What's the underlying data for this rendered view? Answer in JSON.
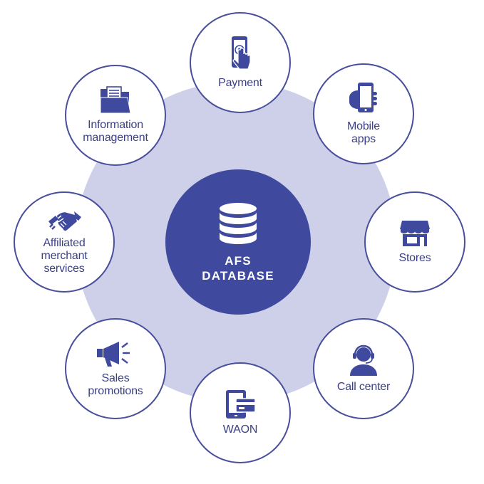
{
  "colors": {
    "primary": "#3f4a9e",
    "ring": "#cdd0e8",
    "node_border": "#4a4f9c",
    "label": "#3a3f86"
  },
  "hub": {
    "icon": "database-icon",
    "label": "AFS\nDATABASE"
  },
  "nodes": [
    {
      "id": "payment",
      "icon": "touch-phone-icon",
      "label": "Payment"
    },
    {
      "id": "mobile-apps",
      "icon": "hand-phone-icon",
      "label": "Mobile\napps"
    },
    {
      "id": "stores",
      "icon": "storefront-icon",
      "label": "Stores"
    },
    {
      "id": "call-center",
      "icon": "headset-operator-icon",
      "label": "Call center"
    },
    {
      "id": "waon",
      "icon": "card-reader-icon",
      "label": "WAON"
    },
    {
      "id": "sales-promotions",
      "icon": "megaphone-icon",
      "label": "Sales\npromotions"
    },
    {
      "id": "affiliated-merchant-services",
      "icon": "handshake-icon",
      "label": "Affiliated\nmerchant\nservices"
    },
    {
      "id": "information-management",
      "icon": "folder-documents-icon",
      "label": "Information\nmanagement"
    }
  ]
}
